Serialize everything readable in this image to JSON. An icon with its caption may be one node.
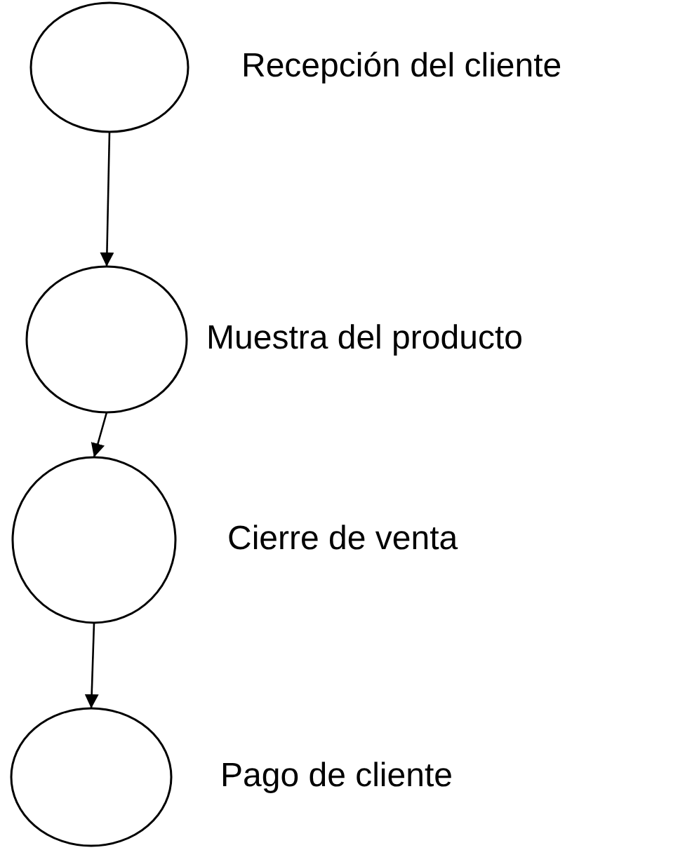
{
  "diagram": {
    "nodes": [
      {
        "text": [],
        "shape": "circle",
        "beside": [
          "Recepción del cliente"
        ]
      },
      {
        "text": [],
        "shape": "circle",
        "beside": [
          "Muestra del producto"
        ]
      },
      {
        "text": [],
        "shape": "circle",
        "beside": [
          "Cierre de venta"
        ]
      },
      {
        "text": [],
        "shape": "circle",
        "beside": [
          "Pago de cliente"
        ]
      }
    ],
    "edges": [
      {
        "from": 0,
        "to": 1,
        "arrow": "to"
      },
      {
        "from": 1,
        "to": 2,
        "arrow": "to"
      },
      {
        "from": 2,
        "to": 3,
        "arrow": "to"
      }
    ]
  }
}
